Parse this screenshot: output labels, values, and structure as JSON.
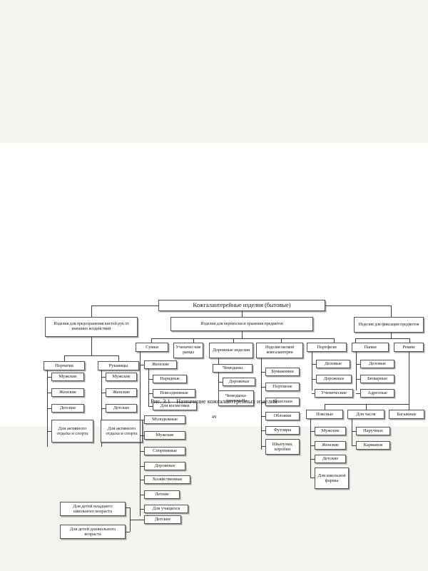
{
  "page": {
    "background_color": "#f4f4ef",
    "sheet_color": "#ffffff",
    "folio": "49",
    "caption": "Рис. 3.1 – Назначение кожгалантерейных изделий"
  },
  "diagram": {
    "type": "tree-hierarchy",
    "title": "Назначение кожгалантерейных изделий",
    "root": "Кожгалантерейные изделия (бытовые)",
    "nodes": {
      "root": "Кожгалантерейные изделия (бытовые)",
      "branch_hands": "Изделия для предохранения кистей рук от внешних воздействий",
      "branch_carry": "Изделия для переноски и хранения предметов",
      "branch_fix": "Изделия для фиксации предметов",
      "gloves": "Перчатки",
      "gloves_men": "Мужские",
      "gloves_women": "Женские",
      "gloves_kids": "Детские",
      "gloves_sport": "Для активного отдыха и спорта",
      "mittens": "Рукавицы",
      "mittens_men": "Мужские",
      "mittens_women": "Женские",
      "mittens_kids": "Детские",
      "mittens_sport": "Для активного отдыха и спорта",
      "bags": "Сумки",
      "bags_women": "Женские",
      "bags_women_dressy": "Нарядные",
      "bags_women_daily": "Повседневные",
      "bags_women_cosmetic": "Для косметики",
      "bags_youth": "Молодежные",
      "bags_men": "Мужские",
      "bags_sport": "Спортивные",
      "bags_travel": "Дорожные",
      "bags_household": "Хозяйственные",
      "bags_summer": "Летние",
      "bags_students": "Для учащихся",
      "bags_kids": "Детские",
      "bags_kids_primary": "Для детей младшего школьного возраста",
      "bags_kids_preschool": "Для детей дошкольного возраста",
      "satchels": "Ученичес-кие ранцы",
      "travel": "Дорожные изделия",
      "travel_suitcases": "Чемоданы",
      "travel_suitcases_road": "Дорожные",
      "travel_suitcases_diplomat": "Чемоданы-дипломаты",
      "small": "Изделия мелкой кожгалантереи",
      "small_wallets": "Бумажники",
      "small_portmone": "Портмоне",
      "small_purses": "Кошельки",
      "small_covers": "Обложки",
      "small_cases": "Футляры",
      "small_boxes": "Шкатулки, коробки",
      "briefcases": "Портфели",
      "briefcases_business": "Деловые",
      "briefcases_travel": "Дорожные",
      "briefcases_school": "Ученические",
      "folders": "Папки",
      "folders_business": "Деловые",
      "folders_desk": "Бюварные",
      "folders_address": "Адресные",
      "belts": "Ремни",
      "belts_waist": "Поясные",
      "belts_waist_men": "Мужские",
      "belts_waist_women": "Женские",
      "belts_waist_kids": "Детские",
      "belts_waist_school": "Для школьной формы",
      "belts_watch": "Для часов",
      "belts_watch_wrist": "Наручных",
      "belts_watch_pocket": "Карманов",
      "belts_luggage": "Багажные"
    }
  }
}
